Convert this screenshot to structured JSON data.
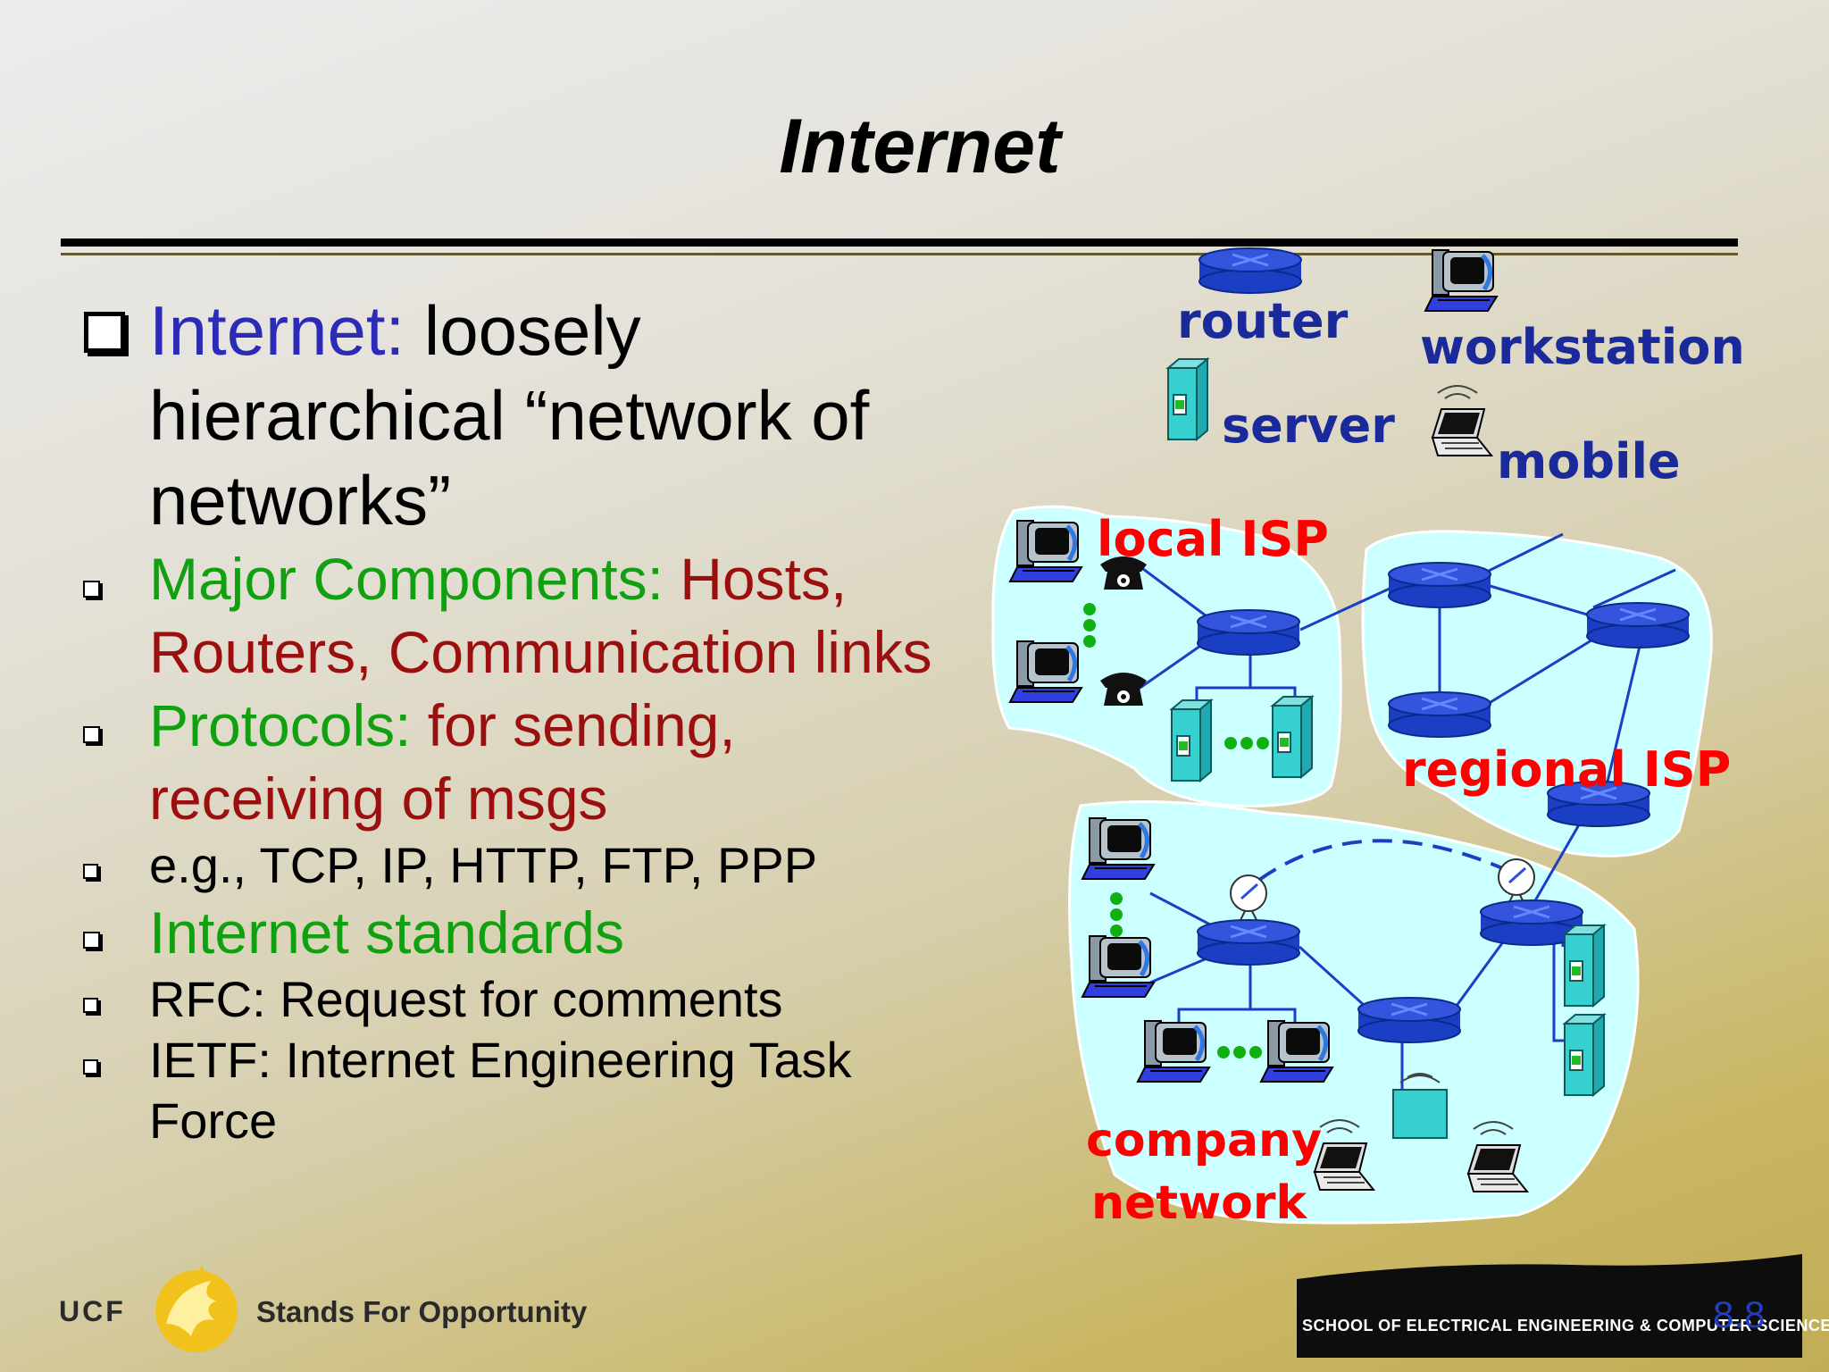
{
  "slide": {
    "title": "Internet",
    "bullets": {
      "b1": {
        "term": "Internet:",
        "rest_line1": " loosely",
        "line2": "hierarchical “network of",
        "line3": "networks”"
      },
      "b2": {
        "term": "Major Components:",
        "rest_line1": " Hosts,",
        "line2": "Routers, Communication links"
      },
      "b3": {
        "term": "Protocols:",
        "rest_line1": " for sending,",
        "line2": "receiving of msgs"
      },
      "b4": {
        "text": "e.g., TCP, IP, HTTP, FTP,  PPP"
      },
      "b5": {
        "text": "Internet standards"
      },
      "b6": {
        "text": "RFC: Request for comments"
      },
      "b7": {
        "line1": "IETF: Internet Engineering Task",
        "line2": "Force"
      }
    },
    "legend": {
      "router": "router",
      "workstation": "workstation",
      "server": "server",
      "mobile": "mobile"
    },
    "network_labels": {
      "local_isp": "local ISP",
      "regional_isp": "regional ISP",
      "company_line1": "company",
      "company_line2": "network"
    },
    "footer": {
      "ucf": "UCF",
      "tagline": "Stands For Opportunity",
      "department": "SCHOOL OF ELECTRICAL ENGINEERING & COMPUTER SCIENCE",
      "page_number": "8.8"
    },
    "colors": {
      "term_blue": "#2b2bb8",
      "green": "#10a010",
      "dark_red": "#9b0f0f",
      "label_red": "#ff0000",
      "legend_blue": "#1a2a9a",
      "cloud": "#ccffff",
      "router": "#1a3fc4"
    }
  }
}
